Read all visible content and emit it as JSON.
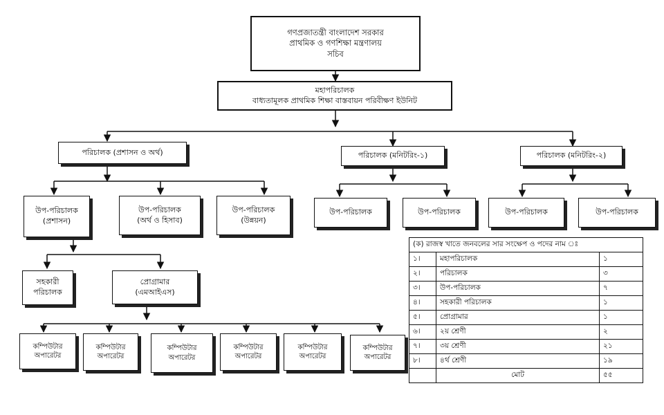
{
  "top": [
    "গণপ্রজাতন্ত্রী বাংলাদেশ সরকার",
    "প্রাথমিক ও গণশিক্ষা মন্ত্রণালয়",
    "সচিব"
  ],
  "dg": [
    "মহাপরিচালক",
    "বাধ্যতামূলক প্রাথমিক শিক্ষা বাস্তবায়ন পরিবীক্ষণ ইউনিট"
  ],
  "directors": {
    "admin": "পরিচালক (প্রশাসন ও অর্থ)",
    "mon1": "পরিচালক (মনিটরিং-১)",
    "mon2": "পরিচালক (মনিটরিং-২)"
  },
  "deputies_admin": {
    "d1": [
      "উপ-পরিচালক",
      "(প্রশাসন)"
    ],
    "d2": [
      "উপ-পরিচালক",
      "(অর্থ ও হিসাব)"
    ],
    "d3": [
      "উপ-পরিচালক",
      "(উন্নয়ন)"
    ]
  },
  "deputy_label": "উপ-পরিচালক",
  "assistant_director": [
    "সহকারী",
    "পরিচালক"
  ],
  "programmer": [
    "প্রোগ্রামার",
    "(এমআইএস)"
  ],
  "operators": [
    [
      "কম্পিউটার",
      "অপারেটর"
    ],
    [
      "কম্পিউটার",
      "অপারেটর"
    ],
    [
      "কম্পিউটার",
      "অপারেটর"
    ],
    [
      "কম্পিউটার",
      "অপারেটর"
    ],
    [
      "কম্পিউটার",
      "অপারেটর"
    ],
    [
      "কম্পিউটার",
      "অপারেটর"
    ]
  ],
  "table": {
    "caption": "(ক) রাজস্ব খাতে জনবলের সার সংক্ষেপ ও পদের নাম ঃ",
    "rows": [
      {
        "no": "১।",
        "post": "মহাপরিচালক",
        "count": "১"
      },
      {
        "no": "২।",
        "post": "পরিচালক",
        "count": "৩"
      },
      {
        "no": "৩।",
        "post": "উপ-পরিচালক",
        "count": "৭"
      },
      {
        "no": "৪।",
        "post": "সহকারী পরিচালক",
        "count": "১"
      },
      {
        "no": "৫।",
        "post": "প্রোগ্রামার",
        "count": "১"
      },
      {
        "no": "৬।",
        "post": "২য় শ্রেণী",
        "count": "২"
      },
      {
        "no": "৭।",
        "post": "৩য় শ্রেণী",
        "count": "২১"
      },
      {
        "no": "৮।",
        "post": "৪র্থ শ্রেণী",
        "count": "১৯"
      }
    ],
    "total_label": "মোট",
    "total": "৫৫"
  }
}
